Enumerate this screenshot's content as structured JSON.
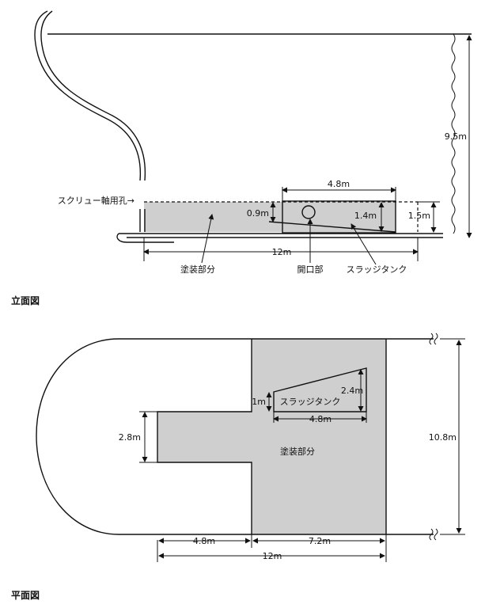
{
  "elevation": {
    "caption": "立面図",
    "label_shaft_hole": "スクリュー軸用孔→",
    "dim_tank_width": "4.8m",
    "dim_opening_h": "0.9m",
    "dim_tank_h": "1.4m",
    "dim_total_h": "1.5m",
    "dim_hull_h": "9.5m",
    "dim_length": "12m",
    "label_painted": "塗装部分",
    "label_opening": "開口部",
    "label_tank": "スラッジタンク"
  },
  "plan": {
    "caption": "平面図",
    "dim_tank_left_h": "1m",
    "label_tank": "スラッジタンク",
    "dim_tank_right_h": "2.4m",
    "dim_tank_width": "4.8m",
    "dim_notch_h": "2.8m",
    "label_painted": "塗装部分",
    "dim_beam": "10.8m",
    "dim_left_len": "4.8m",
    "dim_right_len": "7.2m",
    "dim_total_len": "12m"
  }
}
